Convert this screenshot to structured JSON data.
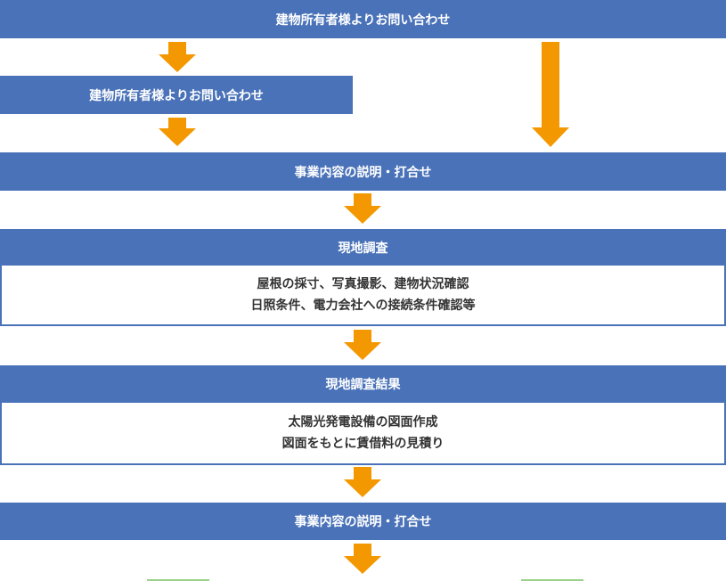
{
  "steps": {
    "inquiry_owner_top": "建物所有者様よりお問い合わせ",
    "inquiry_owner_sub": "建物所有者様よりお問い合わせ",
    "explain_1": "事業内容の説明・打合せ",
    "site_survey": {
      "title": "現地調査",
      "line1": "屋根の採寸、写真撮影、建物状況確認",
      "line2": "日照条件、電力会社への接続条件確認等"
    },
    "survey_result": {
      "title": "現地調査結果",
      "line1": "太陽光発電設備の図面作成",
      "line2": "図面をもとに賃借料の見積り"
    },
    "explain_2": "事業内容の説明・打合せ"
  },
  "colors": {
    "box_fill": "#4a72b8",
    "arrow": "#f39800",
    "accent_green": "#9bd18a"
  },
  "icons": {
    "arrow": "down-arrow-icon"
  }
}
